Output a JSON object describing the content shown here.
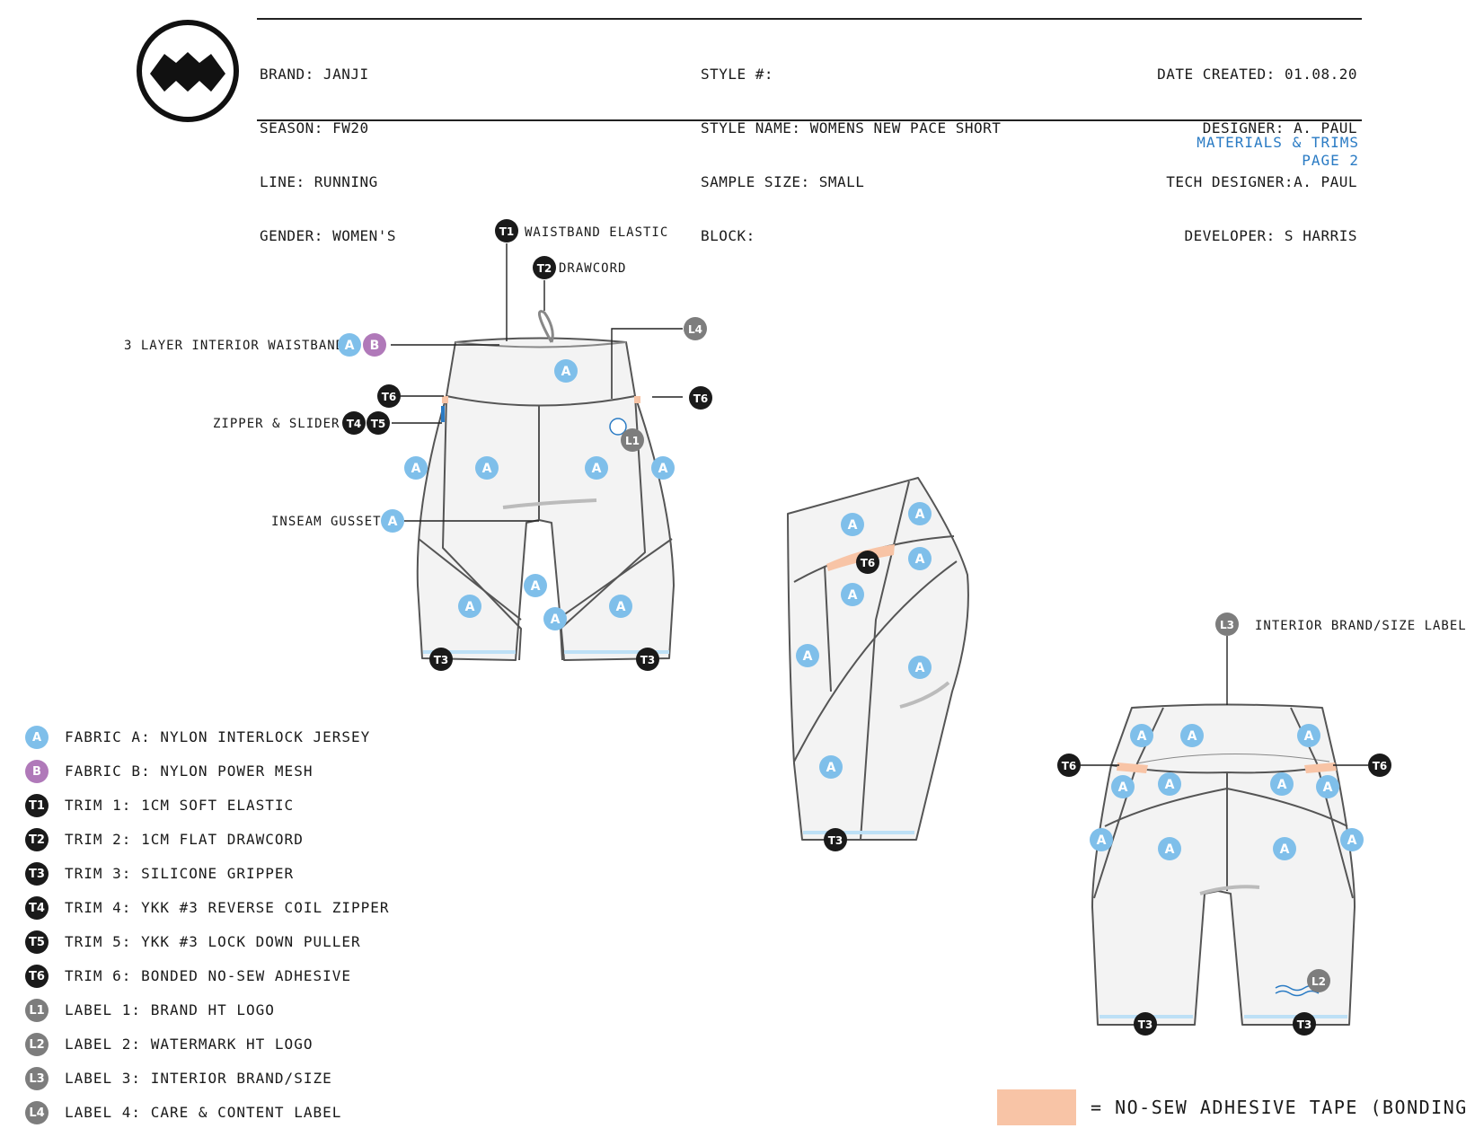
{
  "header": {
    "left": [
      "BRAND: JANJI",
      "SEASON: FW20",
      "LINE: RUNNING",
      "GENDER: WOMEN'S"
    ],
    "center": [
      "STYLE #:",
      "STYLE NAME: WOMENS NEW PACE SHORT",
      "SAMPLE SIZE: SMALL",
      "BLOCK:"
    ],
    "right": [
      "DATE CREATED: 01.08.20",
      "DESIGNER: A. PAUL",
      "TECH DESIGNER:A. PAUL",
      "DEVELOPER: S HARRIS"
    ]
  },
  "page_ref": {
    "line1": "MATERIALS & TRIMS",
    "line2": "PAGE 2"
  },
  "callouts": {
    "waistband_elastic": "WAISTBAND ELASTIC",
    "drawcord": "DRAWCORD",
    "interior_waistband": "3 LAYER INTERIOR WAISTBAND",
    "zipper_slider": "ZIPPER & SLIDER",
    "inseam_gusset": "INSEAM GUSSET",
    "interior_label": "INTERIOR BRAND/SIZE LABEL"
  },
  "badges": {
    "A": "A",
    "B": "B",
    "T1": "T1",
    "T2": "T2",
    "T3": "T3",
    "T4": "T4",
    "T5": "T5",
    "T6": "T6",
    "L1": "L1",
    "L2": "L2",
    "L3": "L3",
    "L4": "L4"
  },
  "colors": {
    "fabric_a": "#7fbfea",
    "fabric_b": "#b079b9",
    "trim": "#1a1a1a",
    "label": "#7d7d7d",
    "bonding_tape": "#f8c4a6",
    "accent_text": "#2a7bc4"
  },
  "legend": [
    {
      "code": "A",
      "kind": "fabric_a",
      "text": "FABRIC A: NYLON INTERLOCK JERSEY"
    },
    {
      "code": "B",
      "kind": "fabric_b",
      "text": "FABRIC B: NYLON POWER MESH"
    },
    {
      "code": "T1",
      "kind": "trim",
      "text": "TRIM 1: 1CM SOFT ELASTIC"
    },
    {
      "code": "T2",
      "kind": "trim",
      "text": "TRIM 2: 1CM FLAT DRAWCORD"
    },
    {
      "code": "T3",
      "kind": "trim",
      "text": "TRIM 3: SILICONE GRIPPER"
    },
    {
      "code": "T4",
      "kind": "trim",
      "text": "TRIM 4: YKK #3 REVERSE COIL ZIPPER"
    },
    {
      "code": "T5",
      "kind": "trim",
      "text": "TRIM 5: YKK #3 LOCK DOWN PULLER"
    },
    {
      "code": "T6",
      "kind": "trim",
      "text": "TRIM 6: BONDED NO-SEW ADHESIVE"
    },
    {
      "code": "L1",
      "kind": "label",
      "text": "LABEL 1: BRAND HT LOGO"
    },
    {
      "code": "L2",
      "kind": "label",
      "text": "LABEL 2: WATERMARK HT LOGO"
    },
    {
      "code": "L3",
      "kind": "label",
      "text": "LABEL 3: INTERIOR BRAND/SIZE"
    },
    {
      "code": "L4",
      "kind": "label",
      "text": "LABEL 4: CARE & CONTENT LABEL"
    }
  ],
  "note": {
    "text": "= NO-SEW ADHESIVE TAPE (BONDING)"
  }
}
